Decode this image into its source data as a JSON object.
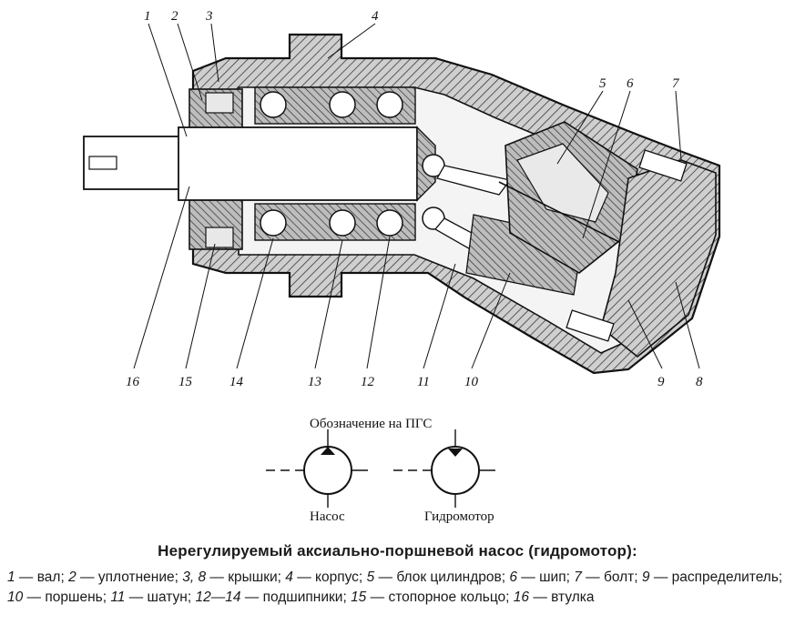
{
  "part_labels": [
    "1",
    "2",
    "3",
    "4",
    "5",
    "6",
    "7",
    "8",
    "9",
    "10",
    "11",
    "12",
    "13",
    "14",
    "15",
    "16"
  ],
  "symbols": {
    "heading": "Обозначение на ПГС",
    "pump": "Насос",
    "motor": "Гидромотор"
  },
  "caption": {
    "title": "Нерегулируемый аксиально-поршневой насос (гидромотор):",
    "legend": [
      {
        "num": "1",
        "text": "вал;"
      },
      {
        "num": "2",
        "text": "уплотнение;"
      },
      {
        "num": "3, 8",
        "text": "крышки;"
      },
      {
        "num": "4",
        "text": "корпус;"
      },
      {
        "num": "5",
        "text": "блок цилиндров;"
      },
      {
        "num": "6",
        "text": "шип;"
      },
      {
        "num": "7",
        "text": "болт;"
      },
      {
        "num": "9",
        "text": "распределитель;"
      },
      {
        "num": "10",
        "text": "поршень;"
      },
      {
        "num": "11",
        "text": "шатун;"
      },
      {
        "num": "12—14",
        "text": "подшипники;"
      },
      {
        "num": "15",
        "text": "стопорное кольцо;"
      },
      {
        "num": "16",
        "text": "втулка"
      }
    ]
  }
}
